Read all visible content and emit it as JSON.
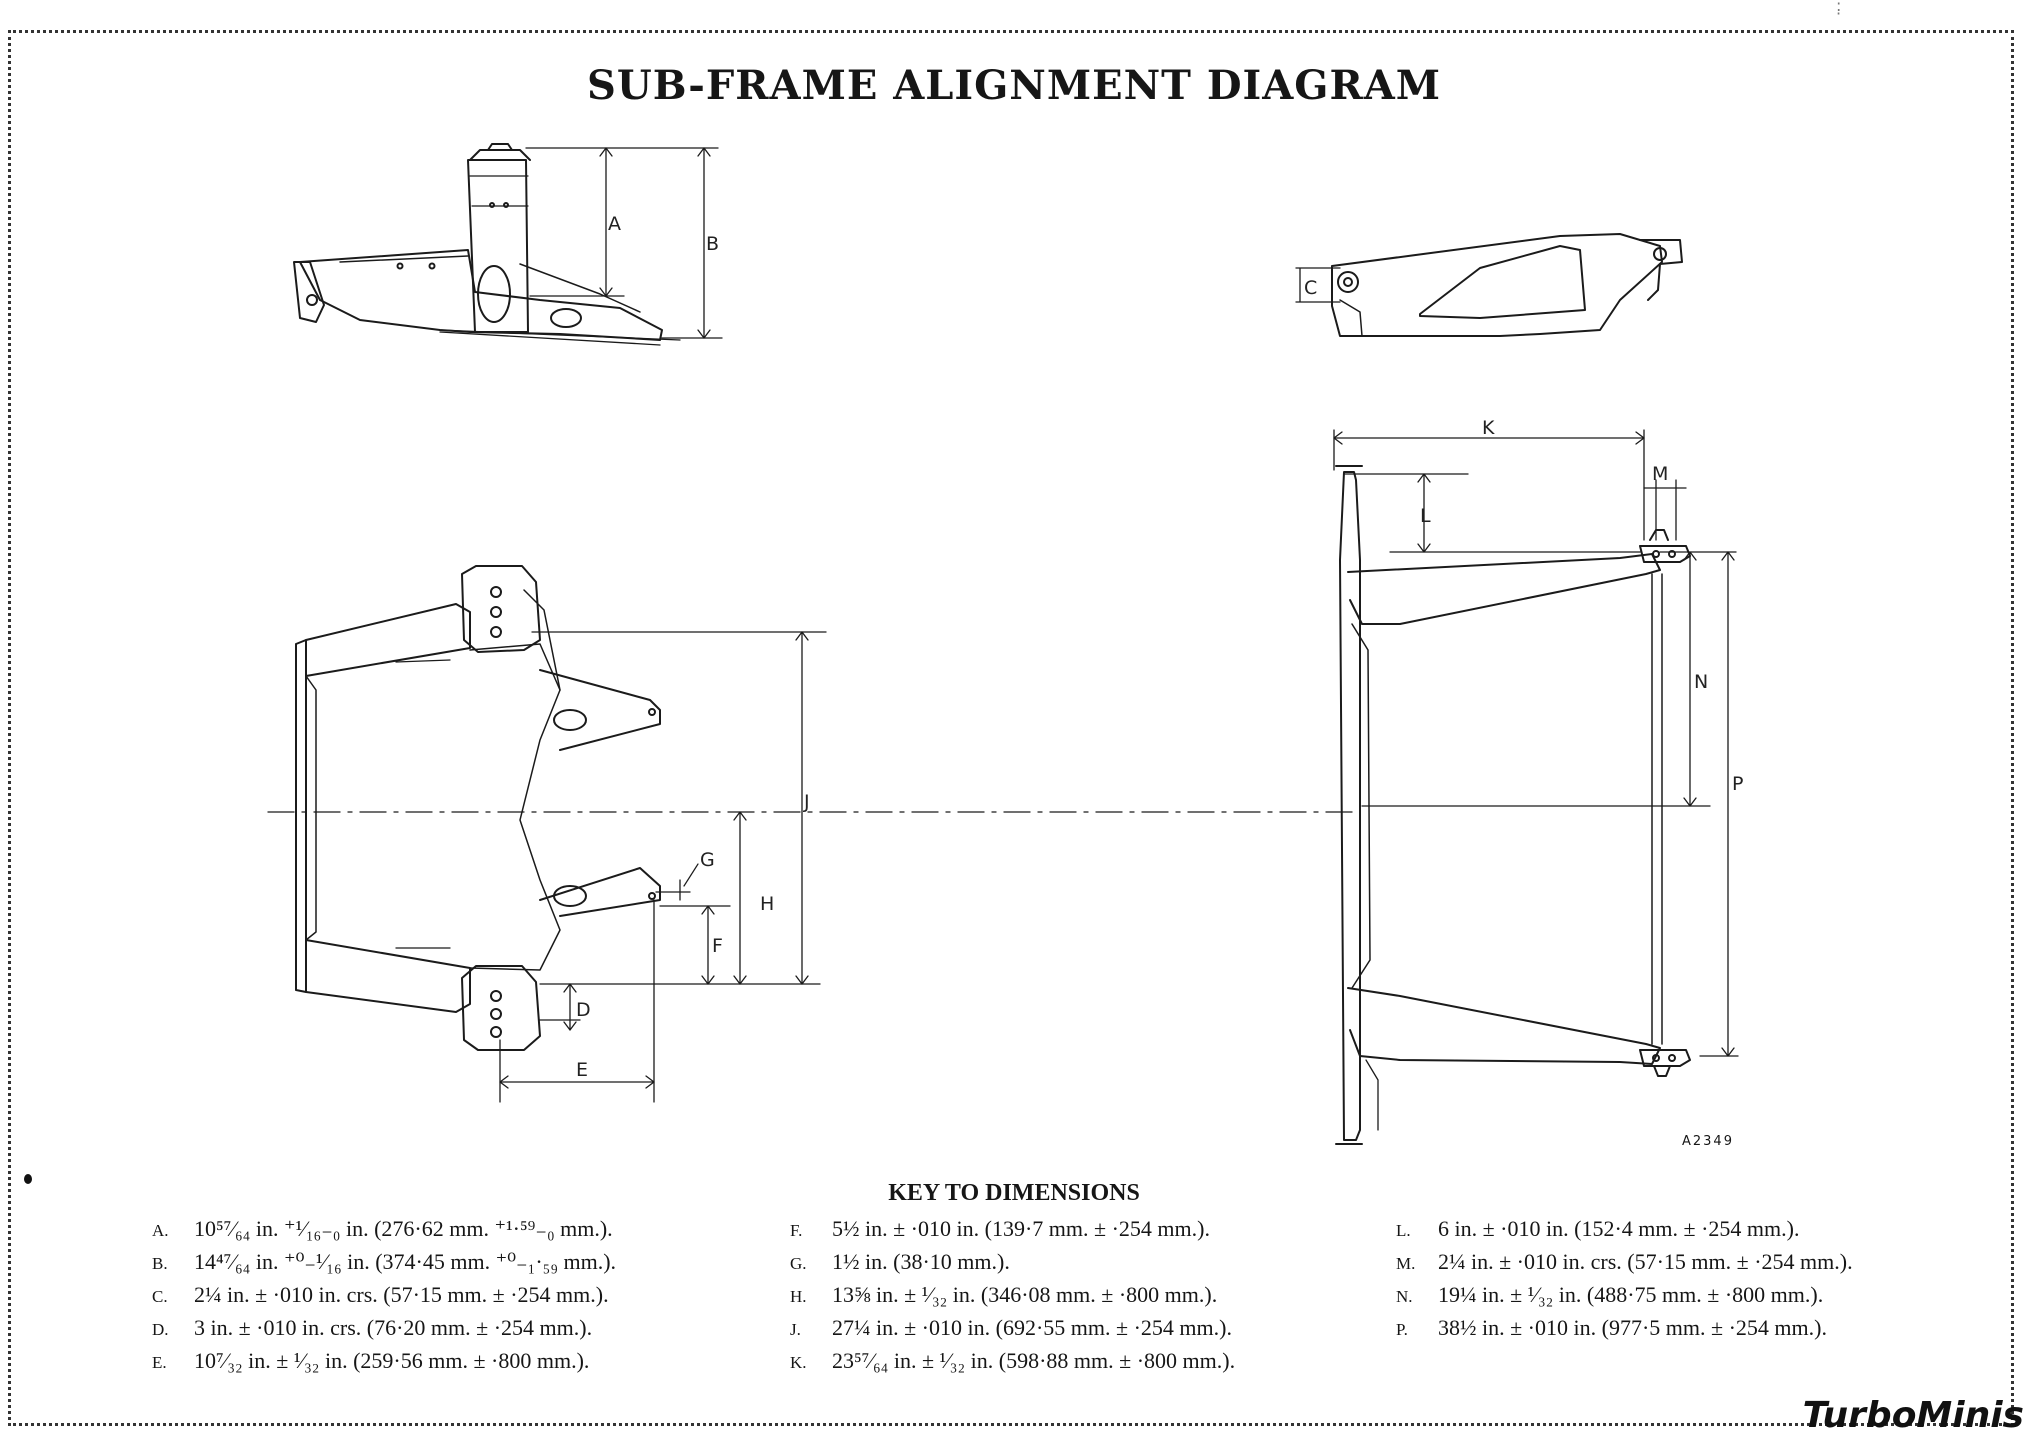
{
  "title": "SUB-FRAME ALIGNMENT DIAGRAM",
  "figure_ref": "A2349",
  "dimension_labels": [
    "A",
    "B",
    "C",
    "D",
    "E",
    "F",
    "G",
    "H",
    "J",
    "K",
    "L",
    "M",
    "N",
    "P"
  ],
  "key": {
    "title": "KEY TO DIMENSIONS",
    "columns": [
      [
        {
          "letter": "A.",
          "text": "10⁵⁷⁄₆₄ in. ⁺¹⁄₁₆₋₀ in. (276·62 mm. ⁺¹·⁵⁹₋₀ mm.)."
        },
        {
          "letter": "B.",
          "text": "14⁴⁷⁄₆₄ in. ⁺⁰₋¹⁄₁₆ in. (374·45 mm. ⁺⁰₋₁·₅₉ mm.)."
        },
        {
          "letter": "C.",
          "text": "2¼ in. ± ·010 in. crs. (57·15 mm. ± ·254 mm.)."
        },
        {
          "letter": "D.",
          "text": "3 in. ± ·010 in. crs. (76·20 mm. ± ·254 mm.)."
        },
        {
          "letter": "E.",
          "text": "10⁷⁄₃₂ in. ± ¹⁄₃₂ in. (259·56 mm. ± ·800 mm.)."
        }
      ],
      [
        {
          "letter": "F.",
          "text": "5½ in. ± ·010 in. (139·7 mm. ± ·254 mm.)."
        },
        {
          "letter": "G.",
          "text": "1½ in. (38·10 mm.)."
        },
        {
          "letter": "H.",
          "text": "13⅝ in. ± ¹⁄₃₂ in. (346·08 mm. ± ·800 mm.)."
        },
        {
          "letter": "J.",
          "text": "27¼ in. ± ·010 in. (692·55 mm. ± ·254 mm.)."
        },
        {
          "letter": "K.",
          "text": "23⁵⁷⁄₆₄ in. ± ¹⁄₃₂ in. (598·88 mm. ± ·800 mm.)."
        }
      ],
      [
        {
          "letter": "L.",
          "text": "6 in. ± ·010 in. (152·4 mm. ± ·254 mm.)."
        },
        {
          "letter": "M.",
          "text": "2¼ in. ± ·010 in. crs. (57·15 mm. ± ·254 mm.)."
        },
        {
          "letter": "N.",
          "text": "19¼ in. ± ¹⁄₃₂ in. (488·75 mm. ± ·800 mm.)."
        },
        {
          "letter": "P.",
          "text": "38½ in. ± ·010 in. (977·5 mm. ± ·254 mm.)."
        }
      ]
    ]
  },
  "watermark": "TurboMinis"
}
